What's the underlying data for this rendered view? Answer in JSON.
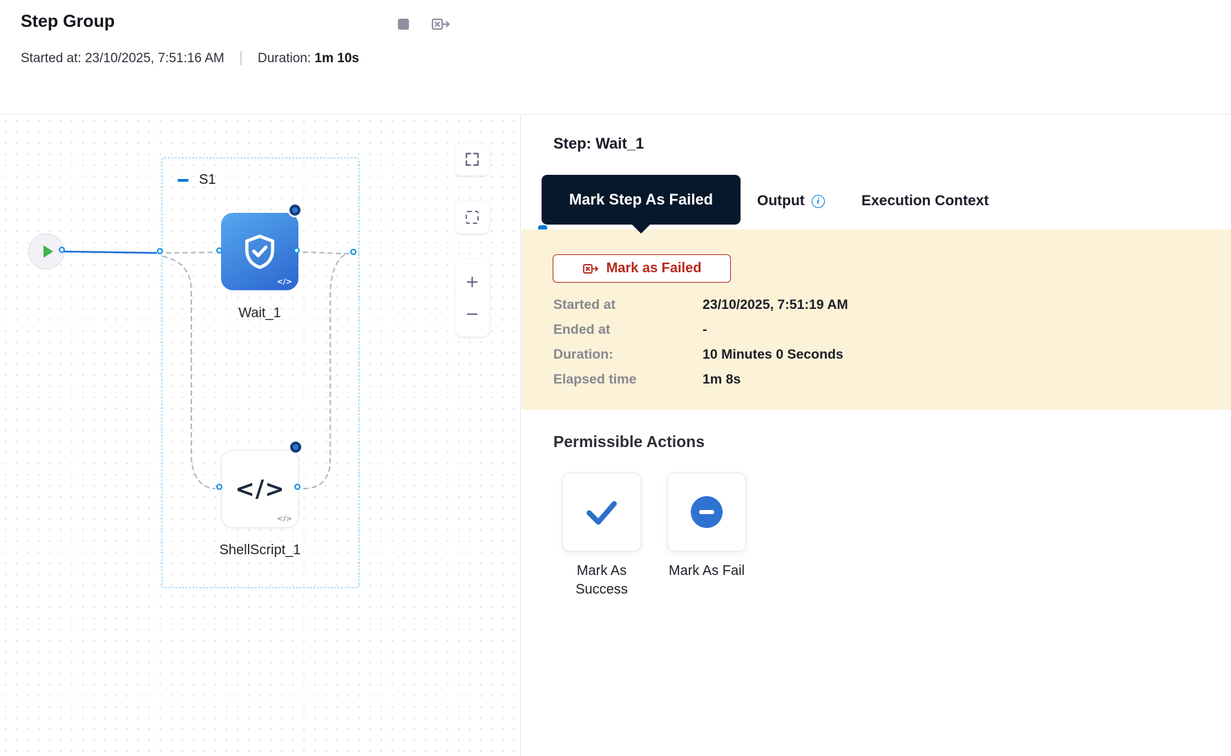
{
  "header": {
    "title": "Step Group",
    "started_label": "Started at:",
    "started_value": "23/10/2025, 7:51:16 AM",
    "separator": "|",
    "duration_label": "Duration:",
    "duration_value": "1m 10s"
  },
  "canvas": {
    "group_label": "S1",
    "nodes": {
      "wait": {
        "label": "Wait_1",
        "mini_glyph": "</>"
      },
      "shell": {
        "label": "ShellScript_1",
        "glyph": "</>",
        "mini_glyph": "</>"
      }
    },
    "toolbar": {
      "zoom_in": "+",
      "zoom_out": "−"
    }
  },
  "panel": {
    "step_title": "Step: Wait_1",
    "tooltip": "Mark Step As Failed",
    "tabs": {
      "output": "Output",
      "info_glyph": "i",
      "execution_context": "Execution Context"
    },
    "mark_failed": {
      "label": "Mark as Failed"
    },
    "details": [
      {
        "label": "Started at",
        "value": "23/10/2025, 7:51:19 AM"
      },
      {
        "label": "Ended at",
        "value": "-"
      },
      {
        "label": "Duration:",
        "value": "10 Minutes 0 Seconds"
      },
      {
        "label": "Elapsed time",
        "value": "1m 8s"
      }
    ],
    "permissible": {
      "title": "Permissible Actions",
      "actions": [
        {
          "label": "Mark As Success"
        },
        {
          "label": "Mark As Fail"
        }
      ]
    }
  },
  "colors": {
    "accent_blue": "#0278d5",
    "node_blue_top": "#57a7ee",
    "node_blue_bottom": "#2a66cf",
    "fail_red": "#b7291d",
    "tooltip_navy": "#07182b",
    "summary_beige": "#fbf2d8",
    "success_green": "#43b14b"
  },
  "icons": {
    "stop": "stop-square",
    "mark_failed": "box-x-arrow",
    "fullscreen": "expand-corners",
    "selection": "dashed-square",
    "wait_node": "shield-check",
    "shell_node": "code-brackets",
    "success": "checkmark",
    "fail": "minus-circle",
    "info": "info-circle"
  }
}
